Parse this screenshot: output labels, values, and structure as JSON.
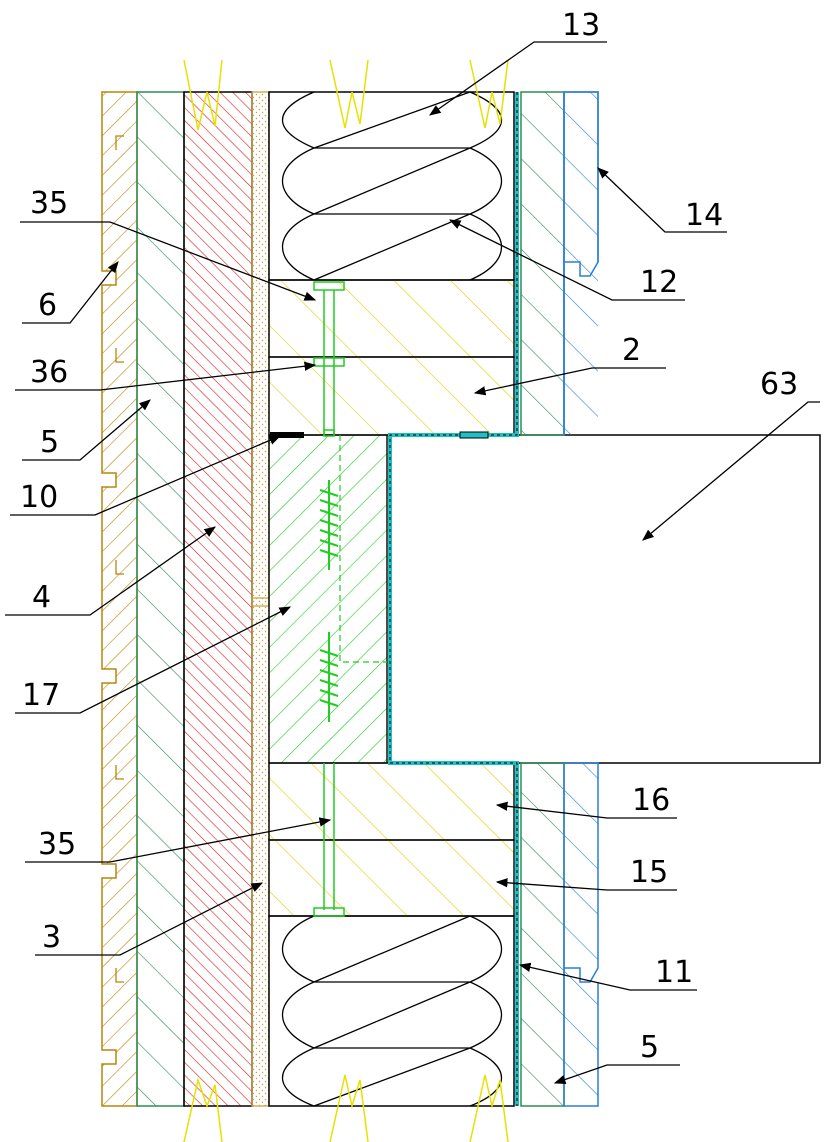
{
  "callouts": [
    {
      "id": "13",
      "text": "13"
    },
    {
      "id": "14",
      "text": "14"
    },
    {
      "id": "12",
      "text": "12"
    },
    {
      "id": "35a",
      "text": "35"
    },
    {
      "id": "6",
      "text": "6"
    },
    {
      "id": "36",
      "text": "36"
    },
    {
      "id": "2",
      "text": "2"
    },
    {
      "id": "63",
      "text": "63"
    },
    {
      "id": "5a",
      "text": "5"
    },
    {
      "id": "10",
      "text": "10"
    },
    {
      "id": "4",
      "text": "4"
    },
    {
      "id": "17",
      "text": "17"
    },
    {
      "id": "16",
      "text": "16"
    },
    {
      "id": "35b",
      "text": "35"
    },
    {
      "id": "15",
      "text": "15"
    },
    {
      "id": "3",
      "text": "3"
    },
    {
      "id": "11",
      "text": "11"
    },
    {
      "id": "5b",
      "text": "5"
    }
  ],
  "colors": {
    "siding": "#b8860b",
    "board_green": "#2e8b57",
    "masonry": "#d62020",
    "plaster": "#c8a040",
    "insulation": "#000000",
    "yellow_block": "#e0d000",
    "bright_green": "#22cc22",
    "membrane": "#20c0c0",
    "blue_board": "#2a7fd8",
    "break_line": "#e8e000"
  }
}
